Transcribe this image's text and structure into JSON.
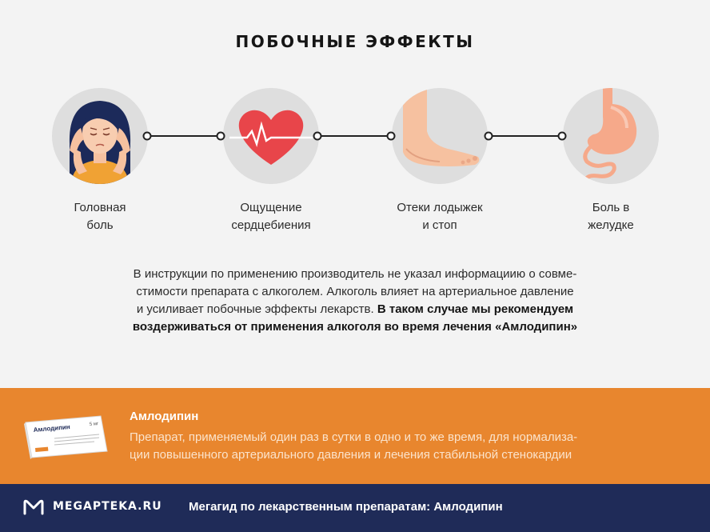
{
  "title": "ПОБОЧНЫЕ ЭФФЕКТЫ",
  "effects": [
    {
      "icon": "headache-icon",
      "line1": "Головная",
      "line2": "боль"
    },
    {
      "icon": "heart-icon",
      "line1": "Ощущение",
      "line2": "сердцебиения"
    },
    {
      "icon": "foot-icon",
      "line1": "Отеки лодыжек",
      "line2": "и стоп"
    },
    {
      "icon": "stomach-icon",
      "line1": "Боль в",
      "line2": "желудке"
    }
  ],
  "notice": {
    "line1": "В инструкции по применению производитель не указал информациию о совме-",
    "line2": "стимости препарата с алкоголем. Алкоголь влияет на артериальное давление",
    "line3": "и усиливает побочные эффекты лекарств.",
    "line3_bold": "В таком случае мы рекомендуем",
    "line4_bold": "воздерживаться от применения алкоголя во время лечения «Амлодипин»"
  },
  "drug": {
    "name": "Амлодипин",
    "desc_line1": "Препарат, применяемый один раз в сутки в одно и то же время, для нормализа-",
    "desc_line2": "ции повышенного артериального давления и лечения стабильной стенокардии",
    "box_label": "Амлодипин",
    "box_dose": "5 мг"
  },
  "footer": {
    "logo": "MEGAPTEKA.RU",
    "text": "Мегагид по лекарственным препаратам: Амлодипин"
  },
  "colors": {
    "background": "#f3f3f3",
    "circle": "#dedede",
    "accent_orange": "#e8862e",
    "footer_navy": "#1f2b58",
    "heart_red": "#e8454a"
  }
}
